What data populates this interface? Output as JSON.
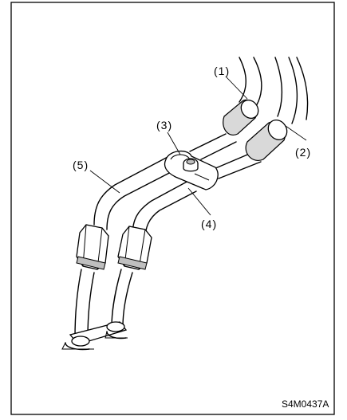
{
  "figure": {
    "callouts": [
      "(1)",
      "(2)",
      "(3)",
      "(4)",
      "(5)"
    ],
    "code": "S4M0437A"
  }
}
